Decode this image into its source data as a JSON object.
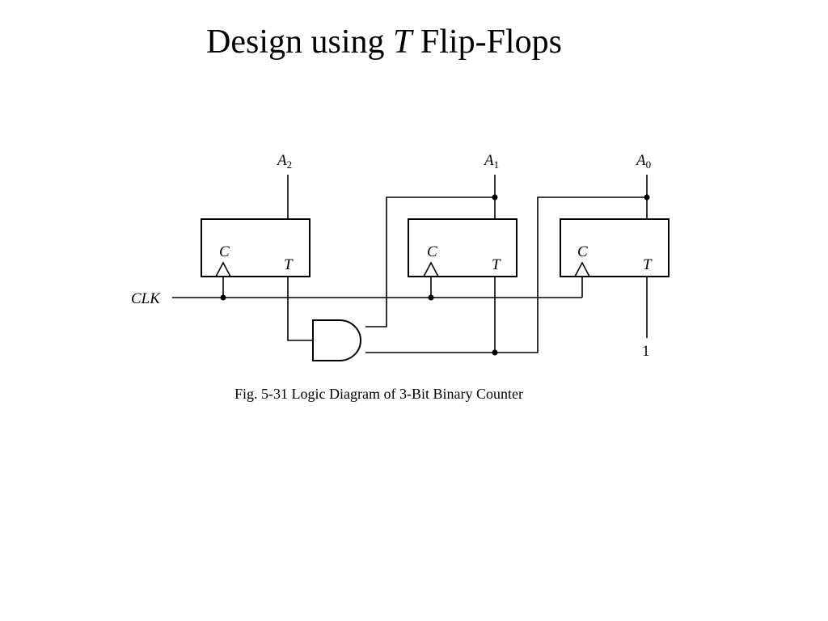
{
  "slide": {
    "title_prefix": "Design using ",
    "title_var": "T",
    "title_suffix": " Flip-Flops"
  },
  "diagram": {
    "outputs": [
      {
        "letter": "A",
        "sub": "2"
      },
      {
        "letter": "A",
        "sub": "1"
      },
      {
        "letter": "A",
        "sub": "0"
      }
    ],
    "flipflop_clock_label": "C",
    "flipflop_input_label": "T",
    "clock_input_label": "CLK",
    "constant_input": "1",
    "caption": "Fig. 5-31  Logic Diagram of 3-Bit Binary Counter"
  }
}
